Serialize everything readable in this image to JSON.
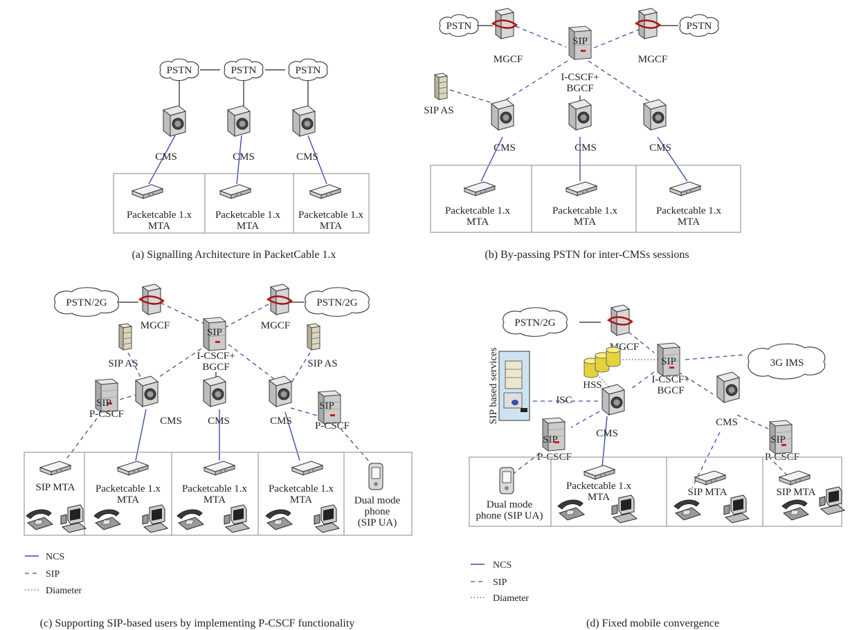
{
  "panel_a": {
    "pstn": [
      "PSTN",
      "PSTN",
      "PSTN"
    ],
    "cms": [
      "CMS",
      "CMS",
      "CMS"
    ],
    "mta": [
      [
        "Packetcable 1.x",
        "MTA"
      ],
      [
        "Packetcable 1.x",
        "MTA"
      ],
      [
        "Packetcable 1.x",
        "MTA"
      ]
    ],
    "caption": "(a)  Signalling Architecture in PacketCable 1.x"
  },
  "panel_b": {
    "pstn_left": "PSTN",
    "pstn_right": "PSTN",
    "mgcf_left": "MGCF",
    "mgcf_right": "MGCF",
    "sip_chip": "SIP",
    "icscf": [
      "I-CSCF+",
      "BGCF"
    ],
    "sip_as": "SIP AS",
    "cms": [
      "CMS",
      "CMS",
      "CMS"
    ],
    "mta": [
      [
        "Packetcable 1.x",
        "MTA"
      ],
      [
        "Packetcable 1.x",
        "MTA"
      ],
      [
        "Packetcable 1.x",
        "MTA"
      ]
    ],
    "caption": "(b)  By-passing PSTN for inter-CMSs sessions"
  },
  "panel_c": {
    "pstn_left": "PSTN/2G",
    "pstn_right": "PSTN/2G",
    "mgcf_left": "MGCF",
    "mgcf_right": "MGCF",
    "sip_chip": "SIP",
    "icscf": [
      "I-CSCF+",
      "BGCF"
    ],
    "sip_as_left": "SIP AS",
    "sip_as_right": "SIP AS",
    "pcscf_left": "P-CSCF",
    "pcscf_right": "P-CSCF",
    "cms": [
      "CMS",
      "CMS",
      "CMS"
    ],
    "sip_mta": "SIP MTA",
    "mta": [
      [
        "Packetcable 1.x",
        "MTA"
      ],
      [
        "Packetcable 1.x",
        "MTA"
      ],
      [
        "Packetcable 1.x",
        "MTA"
      ]
    ],
    "dual": [
      "Dual mode",
      "phone",
      "(SIP UA)"
    ],
    "legend": [
      "NCS",
      "SIP",
      "Diameter"
    ],
    "caption": "(c)  Supporting SIP-based users by implementing P-CSCF functionality"
  },
  "panel_d": {
    "pstn": "PSTN/2G",
    "mgcf": "MGCF",
    "sip_chip": "SIP",
    "icscf": [
      "I-CSCF+",
      "BGCF"
    ],
    "ims": "3G IMS",
    "hss": "HSS",
    "isc": "ISC",
    "sip_services": "SIP based services",
    "cms_left": "CMS",
    "cms_right": "CMS",
    "pcscf_left": "P-CSCF",
    "pcscf_right": "P-CSCF",
    "dual": [
      "Dual mode",
      "phone (SIP UA)"
    ],
    "mta": [
      "Packetcable 1.x",
      "MTA"
    ],
    "sip_mta": [
      "SIP MTA",
      "SIP MTA"
    ],
    "legend": [
      "NCS",
      "SIP",
      "Diameter"
    ],
    "caption": "(d)  Fixed mobile convergence"
  }
}
